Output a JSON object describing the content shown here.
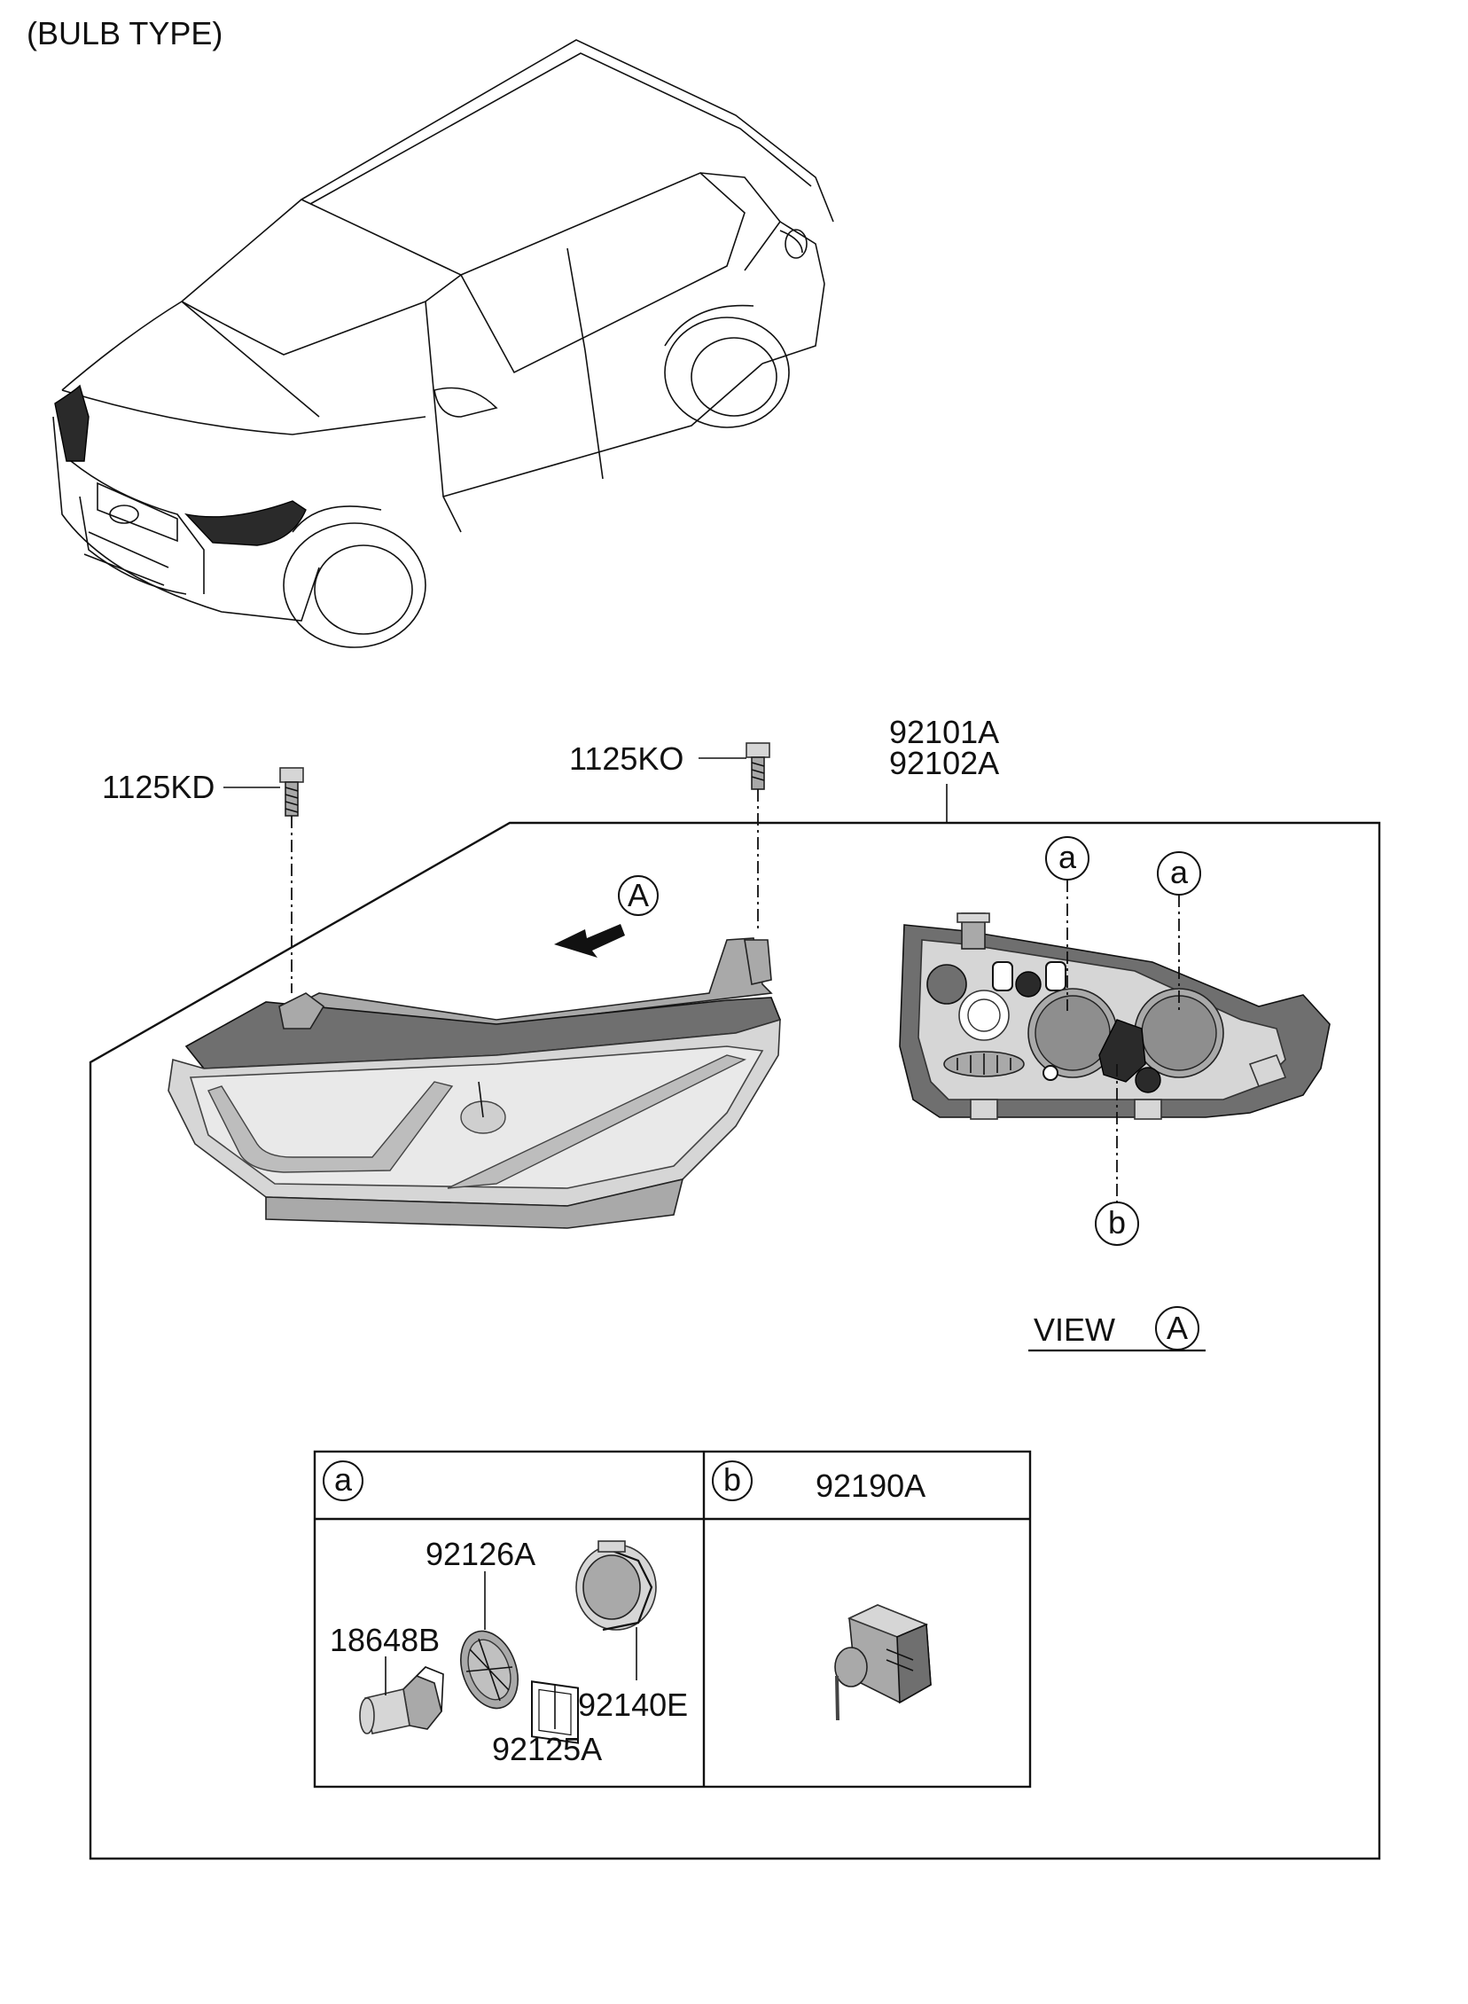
{
  "header": {
    "title": "(BULB TYPE)"
  },
  "callouts": {
    "bolt_left": "1125KD",
    "bolt_center": "1125KO",
    "assembly_line1": "92101A",
    "assembly_line2": "92102A",
    "view_arrow_letter": "A",
    "view_label": "VIEW",
    "view_letter": "A",
    "ref_a1": "a",
    "ref_a2": "a",
    "ref_b": "b"
  },
  "legend_table": {
    "cell_a": {
      "ref": "a",
      "parts": {
        "bulb": "18648B",
        "cap": "92126A",
        "gasket": "92125A",
        "socket": "92140E"
      }
    },
    "cell_b": {
      "ref": "b",
      "title": "92190A"
    }
  }
}
